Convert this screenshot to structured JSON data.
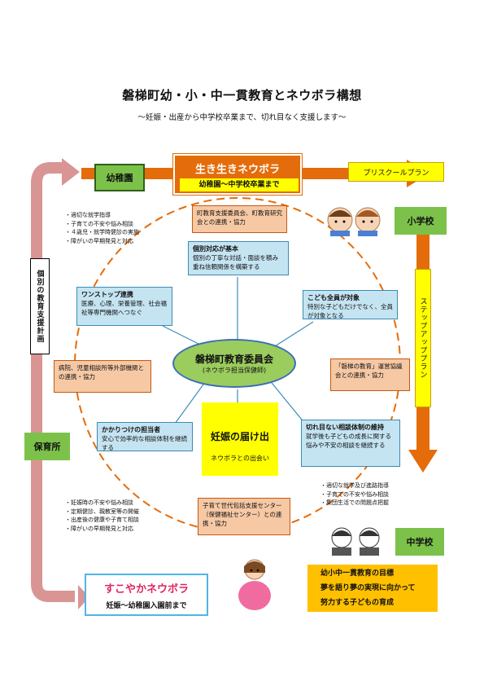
{
  "header": {
    "title": "磐梯町幼・小・中一貫教育とネウボラ構想",
    "subtitle": "～妊娠・出産から中学校卒業まで、切れ目なく支援します～"
  },
  "stages": {
    "kindergarten": "幼稚園",
    "elementary": "小学校",
    "junior_high": "中学校",
    "nursery": "保育所"
  },
  "ikiiki": {
    "title": "生き生きネウボラ",
    "subtitle": "幼稚園～中学校卒業まで"
  },
  "prischool_plan": "プリスクールプラン",
  "stepup_plan": "ステップアッププラン",
  "individual_plan": "個別の教育支援計画",
  "sukoyaka": {
    "title": "すこやかネウボラ",
    "subtitle": "妊娠～幼稚園入園前まで"
  },
  "center": {
    "title": "磐梯町教育委員会",
    "subtitle": "(ネウボラ担当保健師)"
  },
  "pregnancy": {
    "title": "妊娠の届け出",
    "subtitle": "ネウボラとの出会い"
  },
  "goal": {
    "line1": "幼小中一貫教育の目標",
    "line2": "夢を語り夢の実現に向かって",
    "line3": "努力する子どもの育成"
  },
  "orange_boxes": {
    "town_committee": "町教育支援委員会、町教育研究会との連携・協力",
    "hospital": "病院、児童相談所等外部機関との連携・協力",
    "bandai_education": "「磐梯の教育」運営協議会との連携・協力",
    "childcare_center": "子育て世代包括支援センター（保健福祉センター）との連携・協力"
  },
  "blue_boxes": {
    "individual": {
      "title": "個別対応が基本",
      "body": "個別の丁寧な対話・面談を積み重ね信頼関係を構築する"
    },
    "onestop": {
      "title": "ワンストップ連携",
      "body": "医療、心理、栄養管理、社会福祉等専門機関へつなぐ"
    },
    "everyone": {
      "title": "こども全員が対象",
      "body": "特別な子どもだけでなく、全員が対象となる"
    },
    "kakaritsuke": {
      "title": "かかりつけの担当者",
      "body": "安心で効率的な相談体制を継続する"
    },
    "seamless": {
      "title": "切れ目ない相談体制の維持",
      "body": "就学後も子どもの成長に関する悩みや不安の相談を継続する"
    }
  },
  "bullets": {
    "top_left": [
      "・適切な就学指導",
      "・子育ての不安や悩み相談",
      "・４歳児・就学時健診の実施",
      "・障がいの早期発見と対応"
    ],
    "bottom_left": [
      "・妊娠時の不安や悩み相談",
      "・定期健診、親教室等の開催",
      "・出産後の健康や子育て相談",
      "・障がいの早期発見と対応"
    ],
    "bottom_right": [
      "・適切な就学及び進路指導",
      "・子育ての不安や悩み相談",
      "・集団生活での問題点把握"
    ]
  },
  "colors": {
    "green": "#7cc24a",
    "orange": "#e46c0a",
    "yellow": "#ffff00",
    "pink_arrow": "#d99594",
    "light_orange": "#f6c8a4",
    "light_blue": "#c5e4f2",
    "gold": "#ffc000"
  }
}
